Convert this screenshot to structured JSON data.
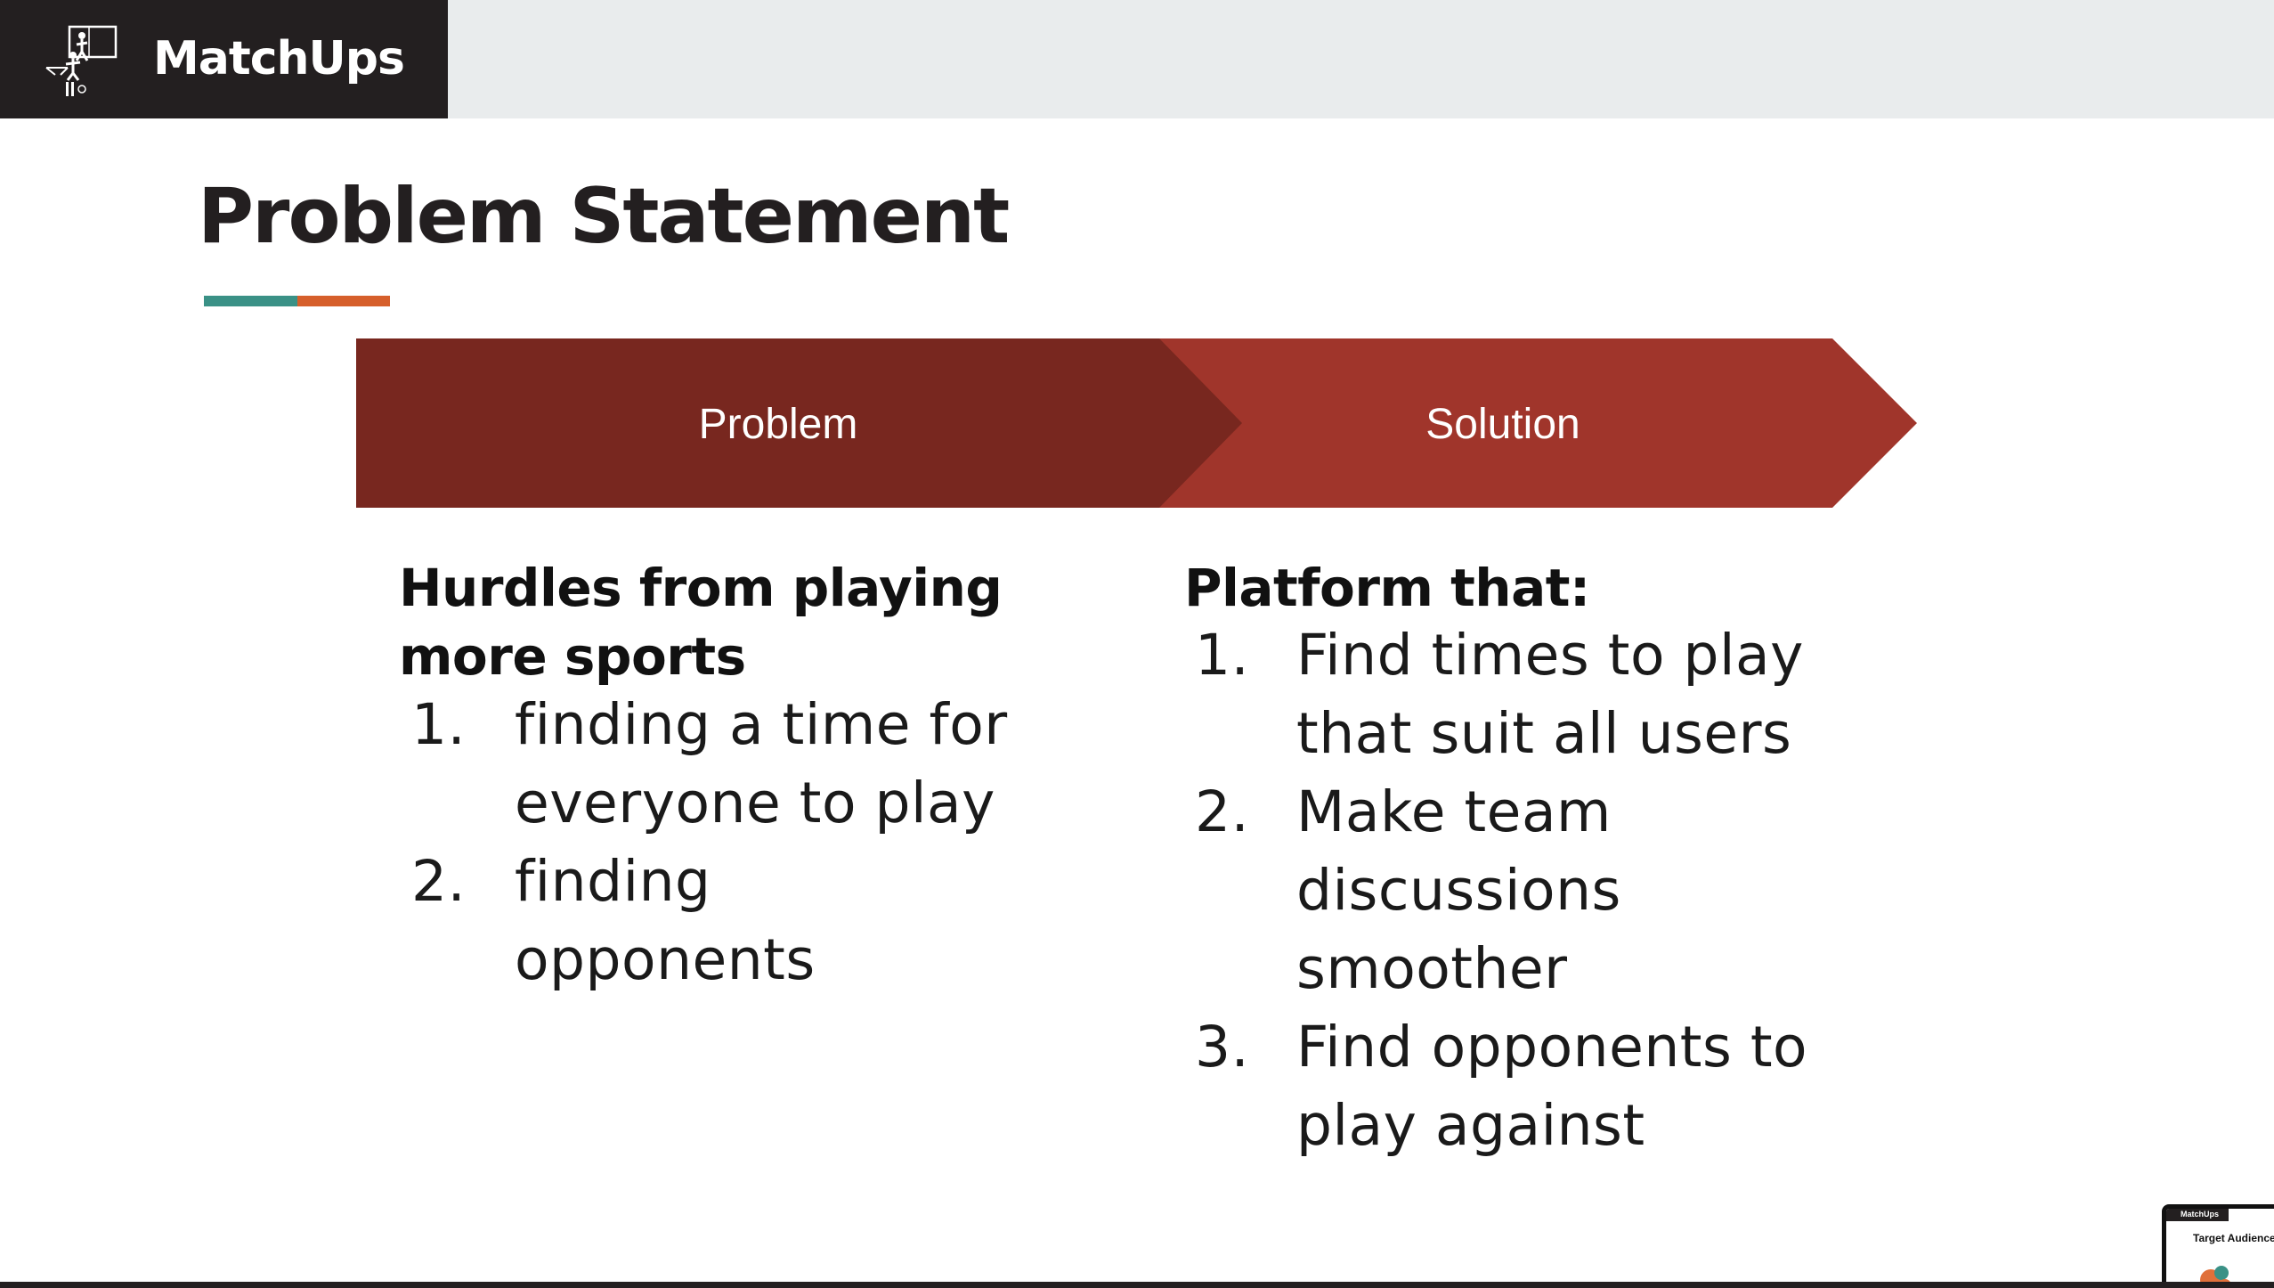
{
  "brand": {
    "name": "MatchUps",
    "logo_icon": "sports-team-logo-icon"
  },
  "slide": {
    "title": "Problem Statement",
    "accent_colors": {
      "teal": "#3a9186",
      "orange": "#d65f2b"
    }
  },
  "flow": {
    "steps": [
      {
        "label": "Problem",
        "color": "#78271f"
      },
      {
        "label": "Solution",
        "color": "#a0352b"
      }
    ]
  },
  "problem": {
    "heading_lines": [
      "Hurdles from playing",
      "more sports"
    ],
    "items": [
      {
        "num": "1.",
        "lines": [
          "finding a time for",
          "everyone to play"
        ]
      },
      {
        "num": "2.",
        "lines": [
          "finding",
          "opponents"
        ]
      }
    ]
  },
  "solution": {
    "heading": "Platform that:",
    "items": [
      {
        "num": "1.",
        "lines": [
          "Find times to play",
          "that suit all users"
        ]
      },
      {
        "num": "2.",
        "lines": [
          "Make team",
          "discussions",
          "smoother"
        ]
      },
      {
        "num": "3.",
        "lines": [
          "Find opponents to",
          "play against"
        ]
      }
    ]
  },
  "thumbnail": {
    "brand": "MatchUps",
    "title": "Target Audience"
  }
}
